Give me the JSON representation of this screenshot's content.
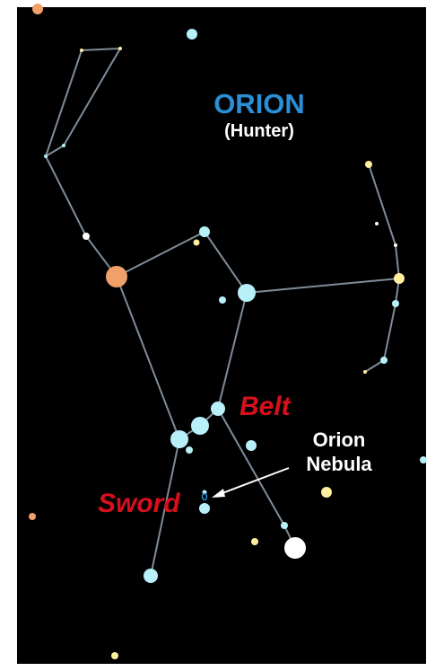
{
  "title": "ORION",
  "subtitle": "(Hunter)",
  "labels": {
    "belt": "Belt",
    "sword": "Sword",
    "nebula_line1": "Orion",
    "nebula_line2": "Nebula"
  },
  "colors": {
    "background": "#000000",
    "page": "#ffffff",
    "title": "#2a8fd6",
    "subtitle": "#ffffff",
    "constellation_lines": "#7f8c99",
    "label_red": "#d8101b",
    "label_white": "#ffffff",
    "arrow": "#ffffff",
    "star_blue": "#b8f0fa",
    "star_white": "#ffffff",
    "star_yellow": "#ffef9e",
    "star_orange": "#f2a06a"
  }
}
